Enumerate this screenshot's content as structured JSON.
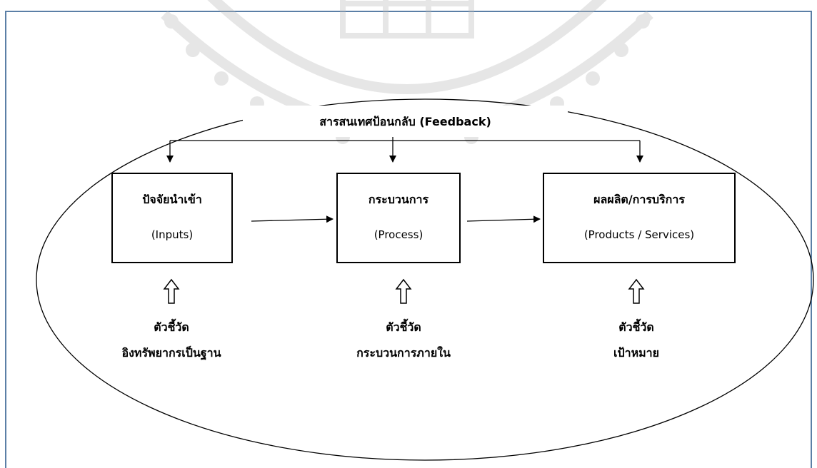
{
  "feedback_label": "สารสนเทศป้อนกลับ (Feedback)",
  "stages": [
    {
      "title": "ปัจจัยนำเข้า",
      "subtitle": "(Inputs)"
    },
    {
      "title": "กระบวนการ",
      "subtitle": "(Process)"
    },
    {
      "title": "ผลผลิต/การบริการ",
      "subtitle": "(Products / Services)"
    }
  ],
  "indicators": [
    {
      "label": "ตัวชี้วัด",
      "detail": "อิงทรัพยากรเป็นฐาน"
    },
    {
      "label": "ตัวชี้วัด",
      "detail": "กระบวนการภายใน"
    },
    {
      "label": "ตัวชี้วัด",
      "detail": "เป้าหมาย"
    }
  ],
  "icons": {
    "up_arrow": "hollow-up-arrow-icon",
    "watermark": "university-seal-watermark"
  },
  "colors": {
    "frame_border": "#5b7fa6",
    "watermark": "#b8b8b8"
  }
}
